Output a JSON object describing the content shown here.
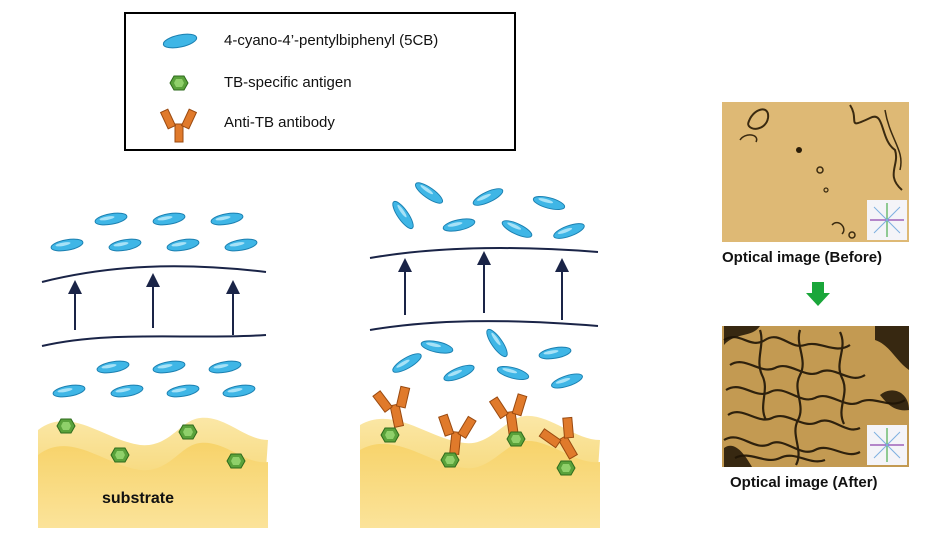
{
  "legend": {
    "items": [
      {
        "label": "4-cyano-4’-pentylbiphenyl (5CB)",
        "icon": "lc-molecule-icon"
      },
      {
        "label": "TB-specific antigen",
        "icon": "antigen-icon"
      },
      {
        "label": "Anti-TB antibody",
        "icon": "antibody-icon"
      }
    ]
  },
  "panels": {
    "left": {
      "substrate_label": "substrate"
    },
    "optical": {
      "before_caption": "Optical image (Before)",
      "after_caption": "Optical image (After)"
    }
  },
  "colors": {
    "lc": "#3fb6e6",
    "antigen": "#5aa23b",
    "antibody": "#e07a2b",
    "substrate": "#f7d77a",
    "arrow": "#1a2447",
    "green_arrow": "#1aa63a"
  }
}
